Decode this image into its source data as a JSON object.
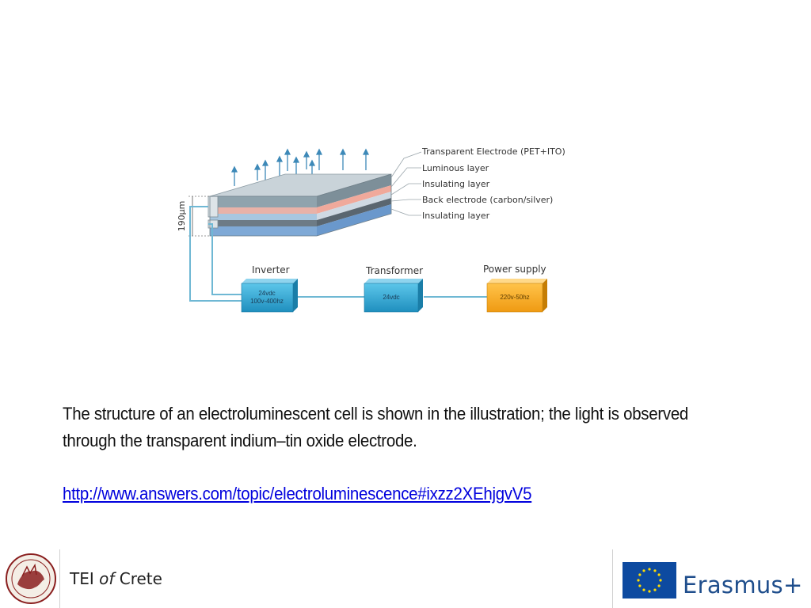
{
  "diagram": {
    "layers": [
      "Transparent Electrode (PET+ITO)",
      "Luminous layer",
      "Insulating layer",
      "Back electrode (carbon/silver)",
      "Insulating layer"
    ],
    "thickness": "190µm",
    "components": [
      {
        "title": "Inverter",
        "lines": [
          "24vdc",
          "100v-400hz"
        ]
      },
      {
        "title": "Transformer",
        "lines": [
          "24vdc"
        ]
      },
      {
        "title": "Power supply",
        "lines": [
          "220v-50hz"
        ]
      }
    ]
  },
  "caption": "The structure of an electroluminescent cell is shown in the illustration; the light is observed through the transparent indium–tin oxide electrode.",
  "link": "http://www.answers.com/topic/electroluminescence#ixzz2XEhjgvV5",
  "footer": {
    "left_text_1": "TEI ",
    "left_text_2": "of",
    "left_text_3": " Crete",
    "right_text": "Erasmus+"
  },
  "colors": {
    "box_blue": "#29a5cf",
    "box_orange": "#f5a623",
    "wire": "#6fb8d4",
    "link": "#0000dd",
    "erasmus": "#1f4e8c",
    "eu_blue": "#0d4aa0",
    "eu_star": "#ffdd00"
  }
}
